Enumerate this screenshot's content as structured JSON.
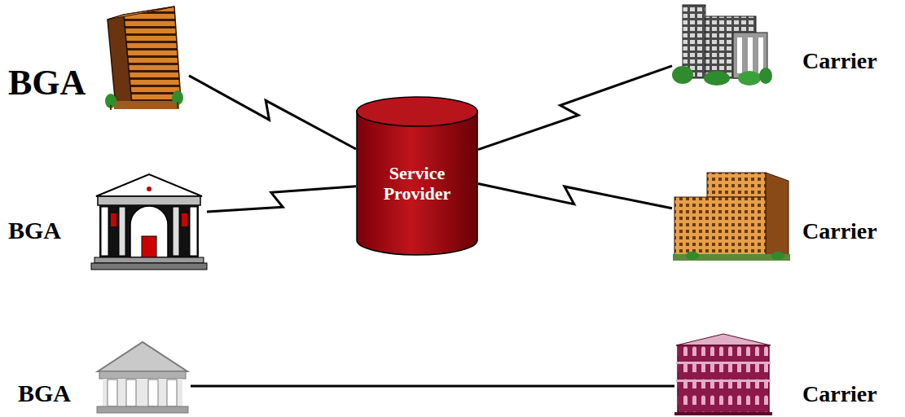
{
  "diagram": {
    "nodes": [
      {
        "text": [
          "BGA"
        ]
      },
      {
        "text": [
          "Carrier"
        ]
      },
      {
        "text": [
          "Service Provider"
        ]
      },
      {
        "text": [
          "BGA"
        ]
      },
      {
        "text": [
          "Carrier"
        ]
      },
      {
        "text": [
          "BGA"
        ]
      },
      {
        "text": [
          "Carrier"
        ]
      }
    ],
    "edges": [
      {
        "from": 0,
        "to": 2,
        "arrow": "none"
      },
      {
        "from": 3,
        "to": 2,
        "arrow": "none"
      },
      {
        "from": 2,
        "to": 1,
        "arrow": "none"
      },
      {
        "from": 2,
        "to": 4,
        "arrow": "none"
      },
      {
        "from": 5,
        "to": 6,
        "arrow": "none"
      }
    ]
  }
}
